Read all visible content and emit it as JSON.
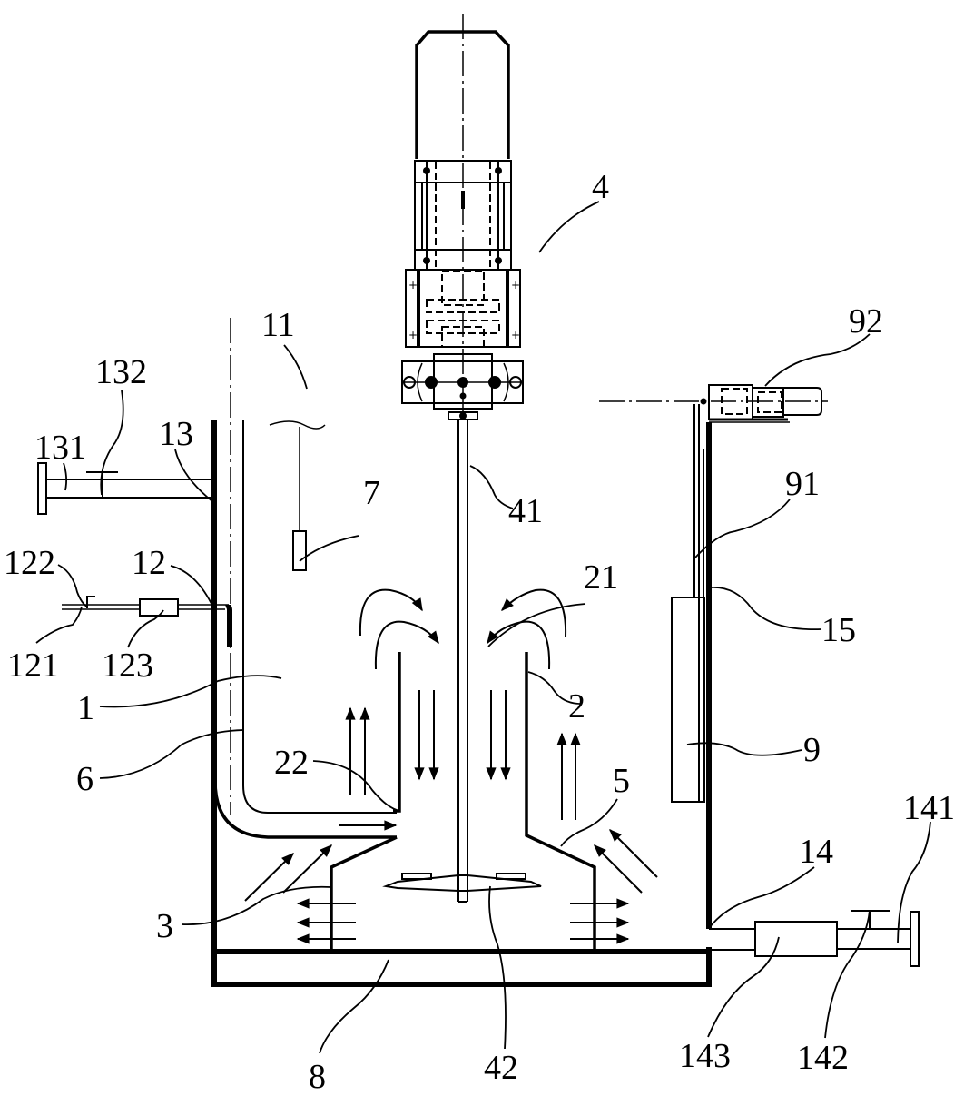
{
  "figure": {
    "type": "patent-drawing",
    "subject": "stirred tank reactor with draft tube, agitator, sensors and piping",
    "line_color": "#000000",
    "background": "#ffffff"
  },
  "labels": {
    "l1": "1",
    "l2": "2",
    "l3": "3",
    "l4": "4",
    "l5": "5",
    "l6": "6",
    "l7": "7",
    "l8": "8",
    "l9": "9",
    "l11": "11",
    "l12": "12",
    "l13": "13",
    "l14": "14",
    "l15": "15",
    "l21": "21",
    "l22": "22",
    "l41": "41",
    "l42": "42",
    "l91": "91",
    "l92": "92",
    "l121": "121",
    "l122": "122",
    "l123": "123",
    "l131": "131",
    "l132": "132",
    "l141": "141",
    "l142": "142",
    "l143": "143"
  },
  "components": [
    {
      "ref": "1",
      "name": "tank-body"
    },
    {
      "ref": "2",
      "name": "draft-tube"
    },
    {
      "ref": "21",
      "name": "draft-tube-inlet"
    },
    {
      "ref": "22",
      "name": "draft-tube-lower-side"
    },
    {
      "ref": "3",
      "name": "lower-guide-cone"
    },
    {
      "ref": "4",
      "name": "drive-motor-assembly"
    },
    {
      "ref": "41",
      "name": "agitator-shaft"
    },
    {
      "ref": "42",
      "name": "impeller"
    },
    {
      "ref": "5",
      "name": "flared-bottom-section"
    },
    {
      "ref": "6",
      "name": "inner-pipe"
    },
    {
      "ref": "7",
      "name": "level-sensor"
    },
    {
      "ref": "8",
      "name": "base-plate"
    },
    {
      "ref": "9",
      "name": "side-device"
    },
    {
      "ref": "91",
      "name": "connecting-rod"
    },
    {
      "ref": "92",
      "name": "side-motor"
    },
    {
      "ref": "11",
      "name": "liquid-surface"
    },
    {
      "ref": "12",
      "name": "feed-pipe"
    },
    {
      "ref": "121",
      "name": "feed-inlet"
    },
    {
      "ref": "122",
      "name": "feed-valve"
    },
    {
      "ref": "123",
      "name": "feed-flowmeter"
    },
    {
      "ref": "13",
      "name": "overflow-pipe"
    },
    {
      "ref": "131",
      "name": "overflow-flange"
    },
    {
      "ref": "132",
      "name": "overflow-valve"
    },
    {
      "ref": "14",
      "name": "discharge-pipe"
    },
    {
      "ref": "141",
      "name": "discharge-flange"
    },
    {
      "ref": "142",
      "name": "discharge-valve"
    },
    {
      "ref": "143",
      "name": "discharge-pump"
    },
    {
      "ref": "15",
      "name": "tank-side-wall"
    }
  ]
}
